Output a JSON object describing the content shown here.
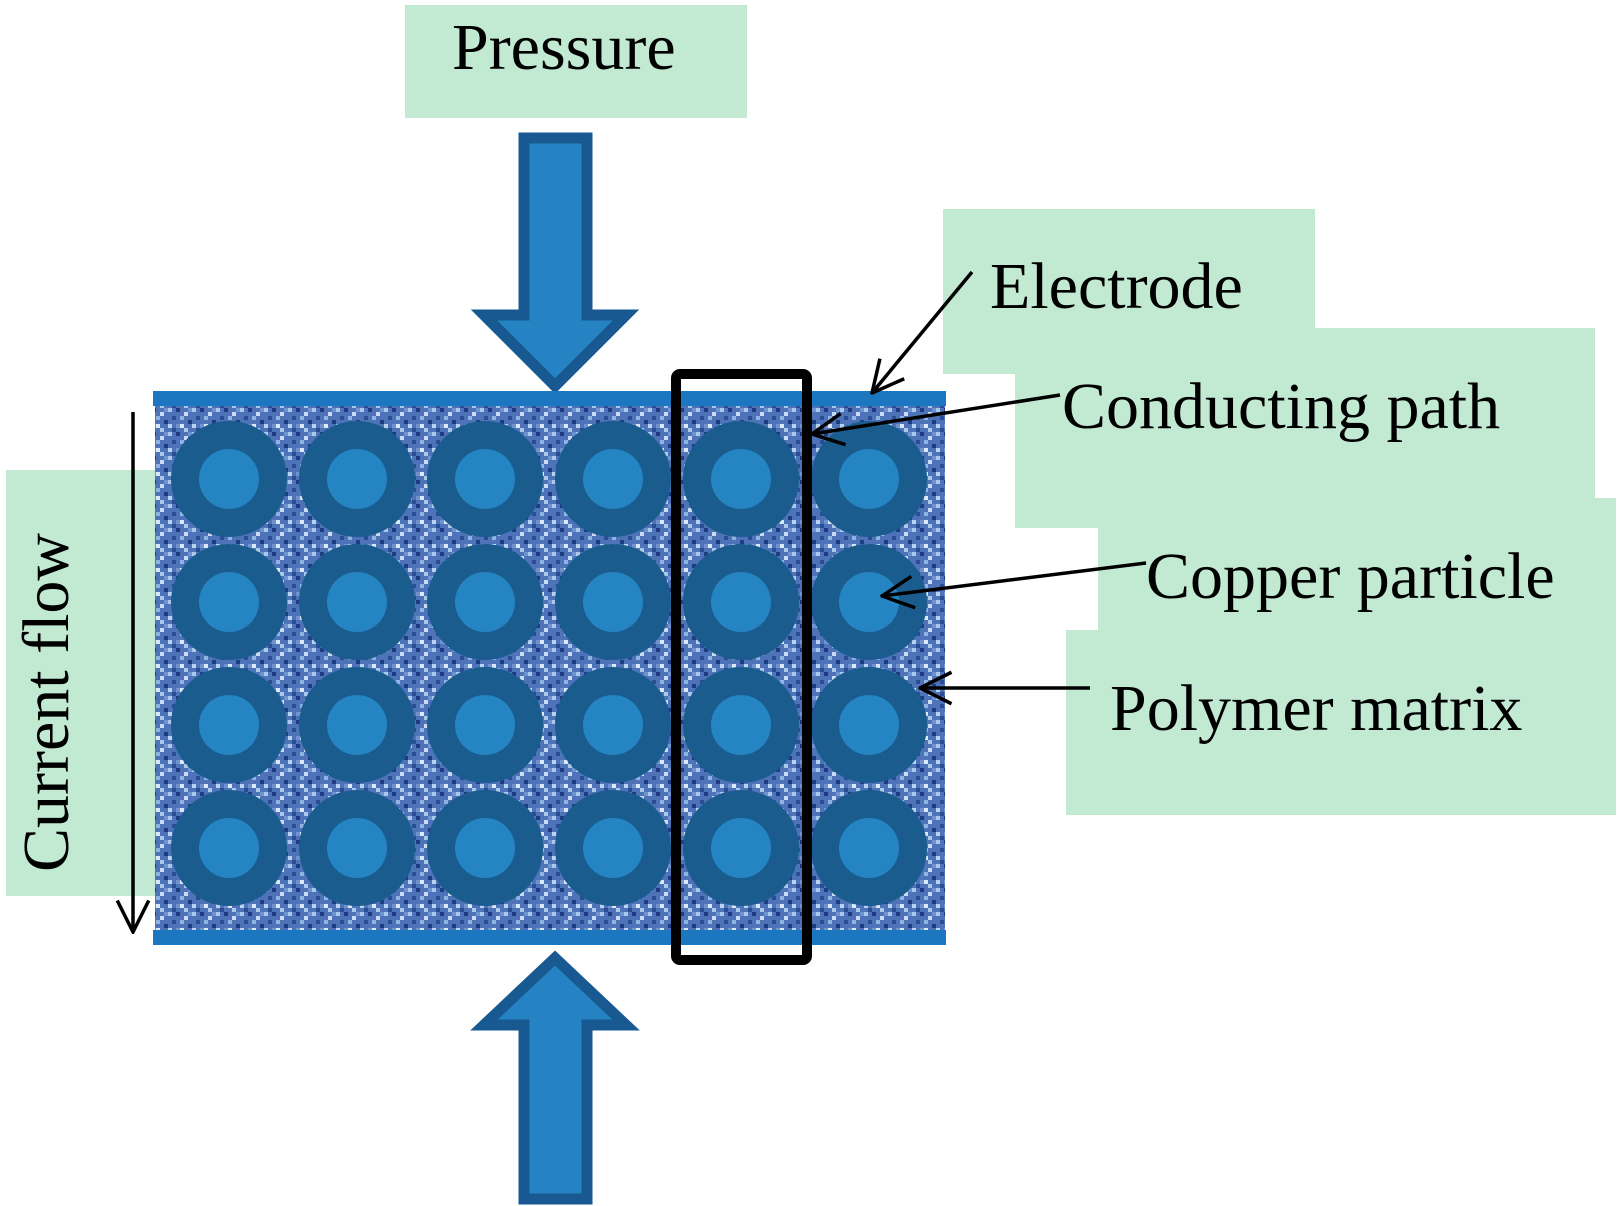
{
  "labels": {
    "pressure": "Pressure",
    "electrode": "Electrode",
    "conducting_path": "Conducting path",
    "copper_particle": "Copper particle",
    "polymer_matrix": "Polymer matrix",
    "current_flow": "Current flow"
  },
  "particle_grid": {
    "rows": 4,
    "columns": 6,
    "highlighted_column": 5
  },
  "colors": {
    "label_background": "#c2ead3",
    "arrow_fill": "#2683c3",
    "arrow_stroke": "#175990",
    "electrode": "#1b78c0",
    "particle_outer": "#1a5c8e",
    "particle_inner": "#2585c3",
    "matrix_base": "#4f73b8",
    "matrix_light": "#a9c8ec",
    "matrix_dark": "#1e3c82",
    "path_box": "#000000"
  }
}
